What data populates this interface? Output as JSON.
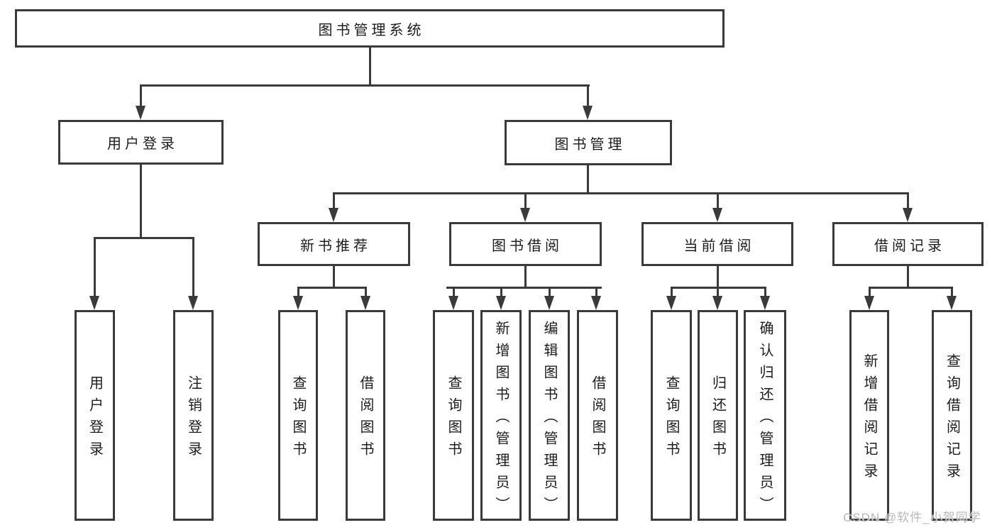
{
  "colors": {
    "line": "#3a3a3a",
    "text": "#1c1c1c",
    "box_fill": "#ffffff",
    "background": "#ffffff",
    "watermark": "#b8b8b8"
  },
  "watermark": {
    "text": "CSDN @软件_小贺同学"
  },
  "tree": {
    "label": "图书管理系统",
    "children": [
      {
        "label": "用户登录",
        "children": [
          {
            "label": "用户登录"
          },
          {
            "label": "注销登录"
          }
        ]
      },
      {
        "label": "图书管理",
        "children": [
          {
            "label": "新书推荐",
            "children": [
              {
                "label": "查询图书"
              },
              {
                "label": "借阅图书"
              }
            ]
          },
          {
            "label": "图书借阅",
            "children": [
              {
                "label": "查询图书"
              },
              {
                "label": "新增图书（管理员）"
              },
              {
                "label": "编辑图书（管理员）"
              },
              {
                "label": "借阅图书"
              }
            ]
          },
          {
            "label": "当前借阅",
            "children": [
              {
                "label": "查询图书"
              },
              {
                "label": "归还图书"
              },
              {
                "label": "确认归还（管理员）"
              }
            ]
          },
          {
            "label": "借阅记录",
            "children": [
              {
                "label": "新增借阅记录"
              },
              {
                "label": "查询借阅记录"
              }
            ]
          }
        ]
      }
    ]
  }
}
